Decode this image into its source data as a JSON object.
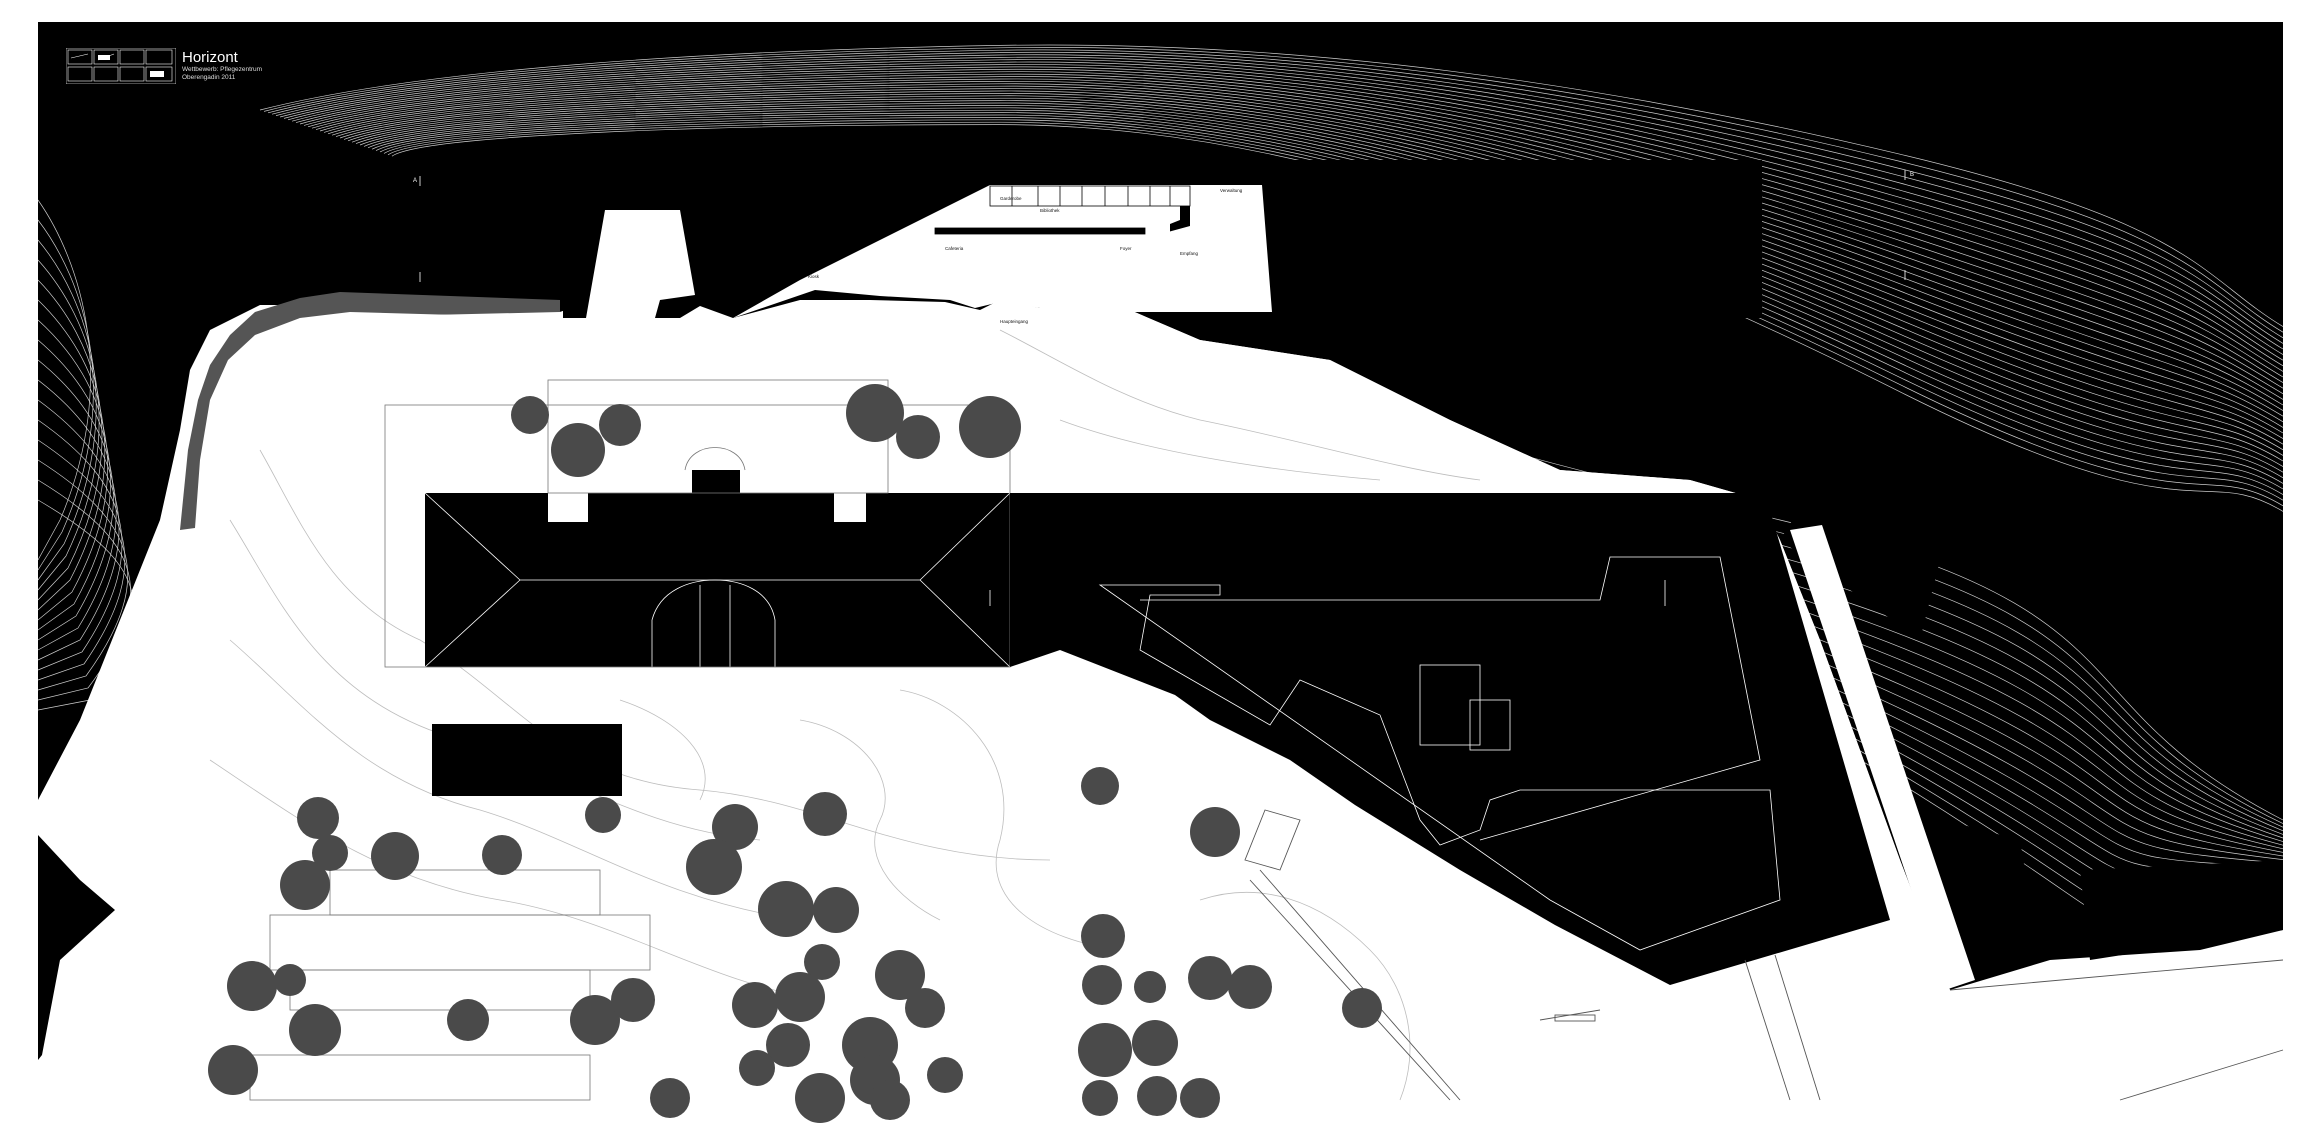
{
  "title_block": {
    "name": "Horizont",
    "line1": "Wettbewerb: Pflegezentrum",
    "line2": "Oberengadin 2011"
  },
  "plan": {
    "room_labels": [
      "Garderobe",
      "Cafeteria",
      "Foyer",
      "Bibliothek",
      "Empfang",
      "Haupteingang",
      "Kiosk",
      "Verwaltung"
    ],
    "section_marks": [
      "A",
      "B"
    ]
  },
  "colors": {
    "terrain": "#000000",
    "building": "#000000",
    "ground": "#ffffff",
    "tree": "#4a4a4a",
    "contour_on_dark": "#ffffff",
    "contour_on_light": "#bdbdbd"
  }
}
